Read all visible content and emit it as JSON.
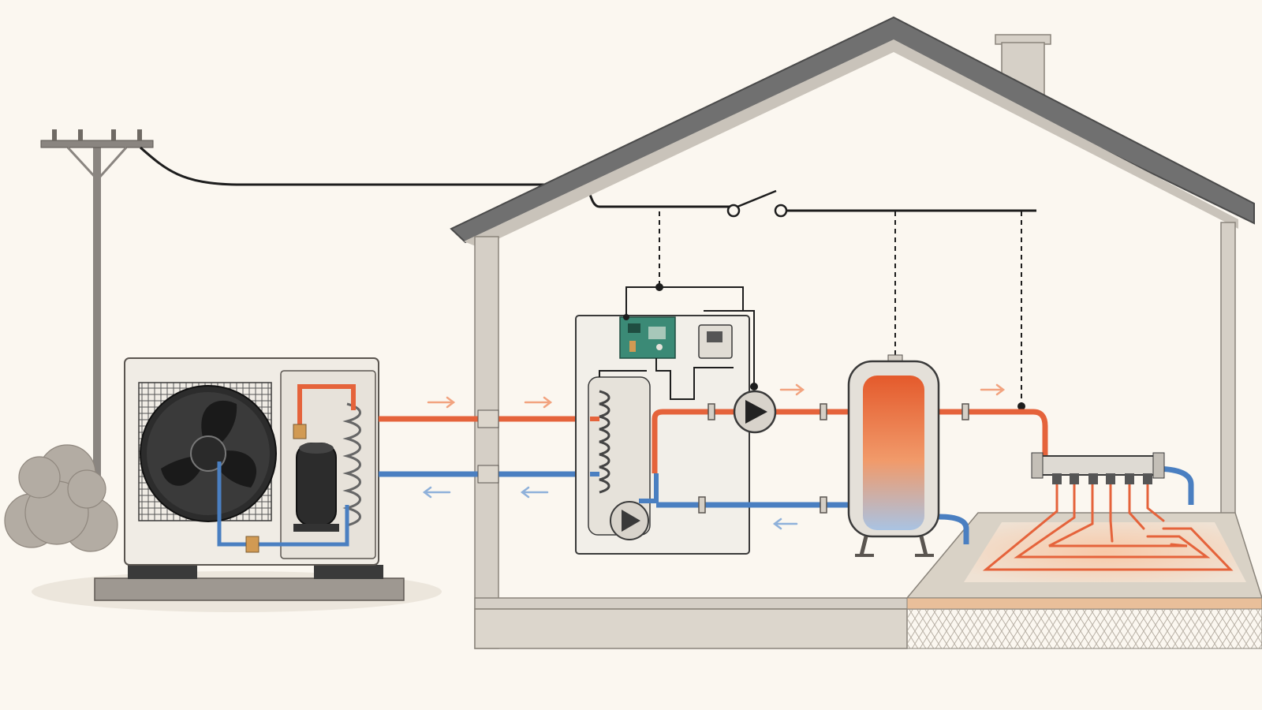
{
  "colors": {
    "background": "#fbf7f0",
    "hot": "#e5633b",
    "cold": "#4a7fc1",
    "roof": "#6b6b6b",
    "wall": "#c9c3ba",
    "wire": "#1d1d1d",
    "panel": "#f2efe9",
    "board": "#3b8a76",
    "outline": "#3a3a3a",
    "shrub": "#a9a29a",
    "slab": "#bdb8b0"
  },
  "components": {
    "utility_pole": "utility-pole",
    "outdoor_unit": "outdoor-heat-pump-unit",
    "fan": "fan-icon",
    "compressor": "compressor-icon",
    "indoor_unit": "indoor-hydronic-module",
    "control_board": "circuit-board-icon",
    "thermostat": "thermostat-icon",
    "circulation_pump": "pump-icon",
    "storage_tank": "buffer-tank",
    "manifold": "manifold",
    "floor_heating": "underfloor-heating-loops",
    "switch": "switch-icon"
  },
  "flow": {
    "supply_direction": "right",
    "return_direction": "left"
  },
  "floor_loops": 6
}
